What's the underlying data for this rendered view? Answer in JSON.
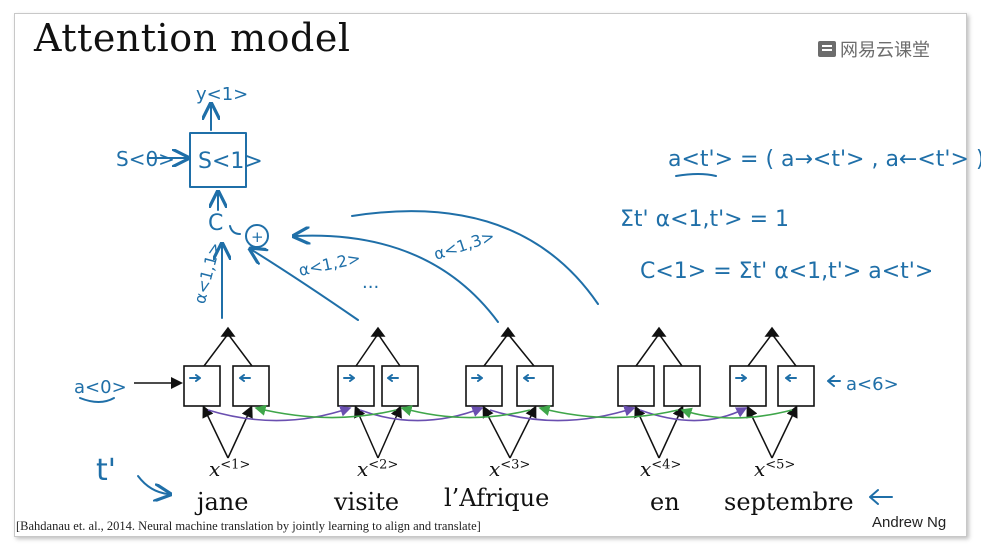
{
  "slide": {
    "title": "Attention model",
    "logo_text": "网易云课堂",
    "citation": "[Bahdanau et. al., 2014. Neural machine translation by jointly learning to align and translate]",
    "author": "Andrew Ng"
  },
  "inputs": {
    "words": [
      "jane",
      "visite",
      "l’Afrique",
      "en",
      "septembre"
    ],
    "x_labels": [
      {
        "base": "x",
        "sup": "<1>"
      },
      {
        "base": "x",
        "sup": "<2>"
      },
      {
        "base": "x",
        "sup": "<3>"
      },
      {
        "base": "x",
        "sup": "<4>"
      },
      {
        "base": "x",
        "sup": "<5>"
      }
    ]
  },
  "annotations": {
    "a0": "a<0>",
    "a6": "a<6>",
    "t_prime": "t'",
    "y1": "y<1>",
    "s0": "S<0>",
    "s1": "S<1>",
    "c": "C",
    "plus": "+",
    "alpha11": "α<1,1>",
    "alpha12": "α<1,2>",
    "alpha13": "α<1,3>",
    "dots": "...",
    "eq1": "a<t'> = ( a→<t'> , a←<t'> )",
    "eq2": "Σt' α<1,t'> = 1",
    "eq3": "C<1> = Σt' α<1,t'> a<t'>"
  }
}
